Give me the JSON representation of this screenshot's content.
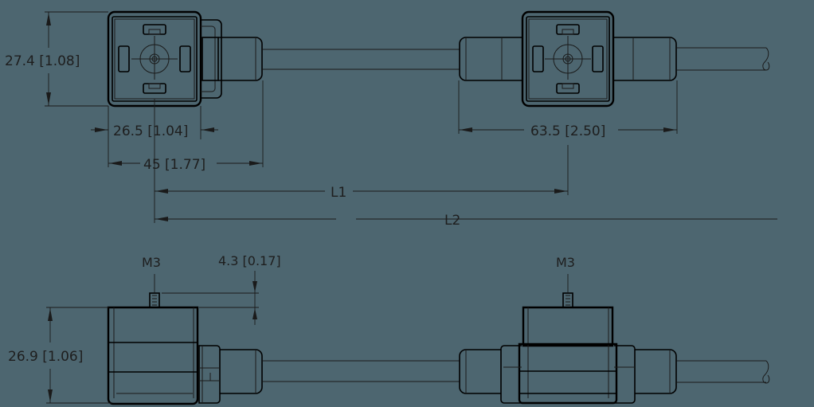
{
  "diagram": {
    "title": "Valve connector cable - dimensional drawing",
    "background_color": "#4d6670",
    "line_color": "#000000",
    "top_view": {
      "height_dim": "27.4 [1.08]",
      "face_width_dim": "26.5 [1.04]",
      "overall_length_dim": "45 [1.77]",
      "middle_connector_dim": "63.5 [2.50]",
      "l1_label": "L1",
      "l2_label": "L2"
    },
    "side_view": {
      "screw_label_left": "M3",
      "screw_label_right": "M3",
      "screw_height_dim": "4.3 [0.17]",
      "height_dim": "26.9 [1.06]"
    }
  }
}
